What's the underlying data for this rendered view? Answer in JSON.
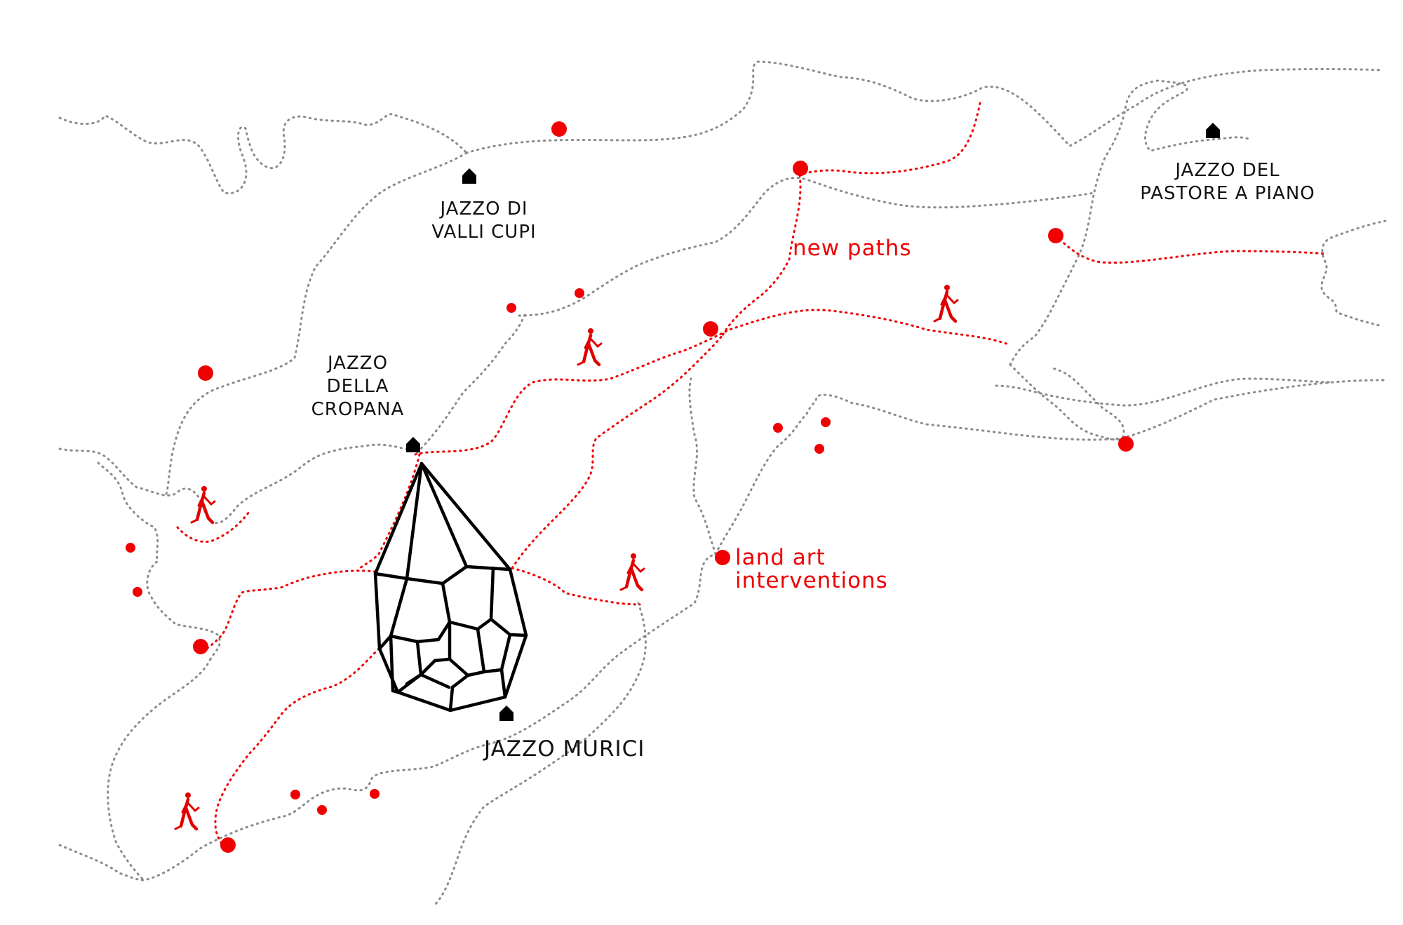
{
  "map": {
    "colors": {
      "trail": "#8c8c8c",
      "new_path": "#f00000",
      "intervention_dot": "#f00000",
      "hut": "#000000",
      "walker": "#e00000",
      "crystal_outline": "#000000"
    },
    "places": [
      {
        "key": "valli-cupi",
        "lines": [
          "JAZZO DI",
          "VALLI CUPI"
        ]
      },
      {
        "key": "cropana",
        "lines": [
          "JAZZO",
          "DELLA",
          "CROPANA"
        ]
      },
      {
        "key": "murici",
        "lines": [
          "JAZZO MURICI"
        ]
      },
      {
        "key": "pastore",
        "lines": [
          "JAZZO DEL",
          "PASTORE A PIANO"
        ]
      }
    ],
    "legend": {
      "new_paths": "new paths",
      "land_art_1": "land art",
      "land_art_2": "interventions"
    },
    "icons": [
      "hut-icon",
      "walker-icon",
      "crystal-icon",
      "intervention-dot"
    ]
  }
}
